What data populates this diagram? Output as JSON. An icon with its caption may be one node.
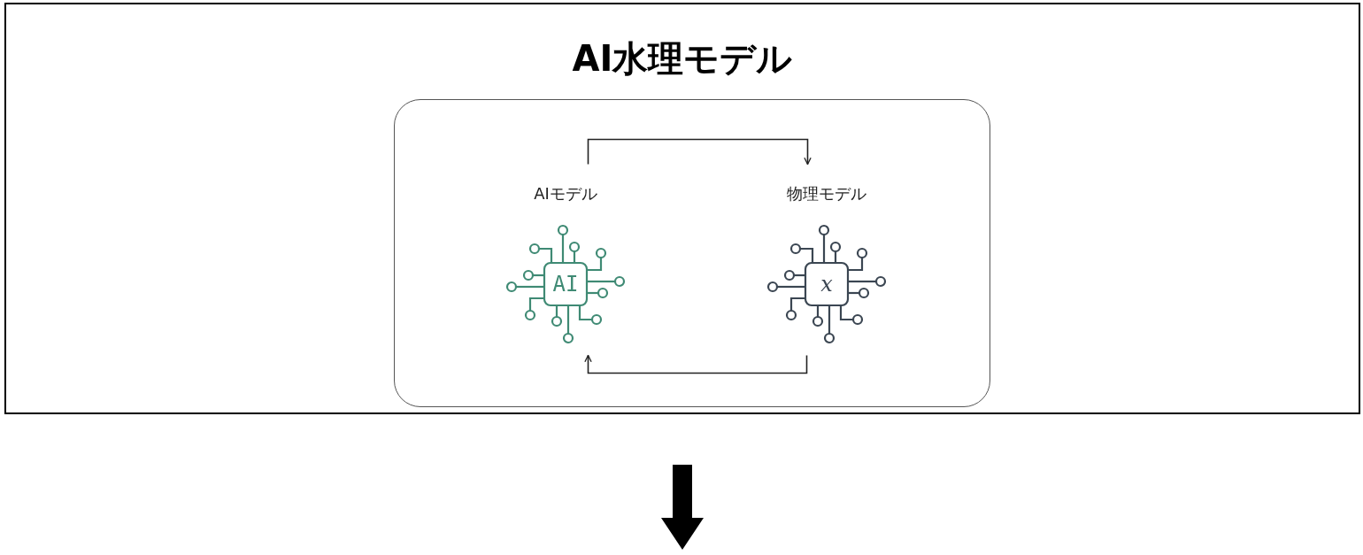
{
  "diagram": {
    "nodes": [
      {
        "text": [
          "AI水理モデル"
        ]
      },
      {
        "text": [],
        "shape": "box",
        "in": 0
      },
      {
        "text": [
          "AIモデル",
          "AI"
        ],
        "in": 1
      },
      {
        "text": [
          "物理モデル",
          "x"
        ],
        "in": 1
      }
    ],
    "edges": [
      {
        "from": 2,
        "to": 3,
        "arrow": "to"
      },
      {
        "from": 3,
        "to": 2,
        "arrow": "to"
      }
    ]
  }
}
